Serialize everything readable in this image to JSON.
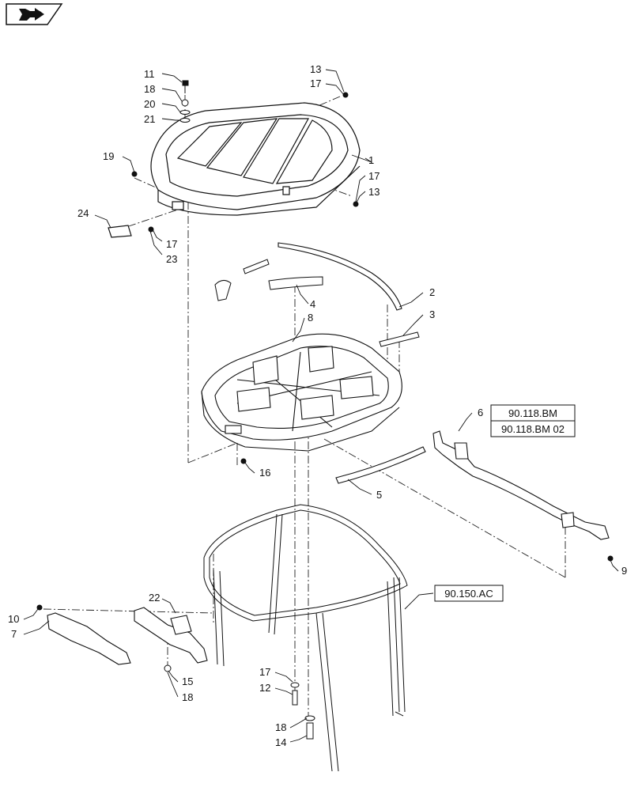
{
  "nav": {
    "icon": "back-arrow-icon"
  },
  "callouts": {
    "c11": "11",
    "c18a": "18",
    "c20": "20",
    "c21": "21",
    "c13a": "13",
    "c17a": "17",
    "c19": "19",
    "c1": "1",
    "c17b": "17",
    "c13b": "13",
    "c24": "24",
    "c17c": "17",
    "c23": "23",
    "c4": "4",
    "c2": "2",
    "c3": "3",
    "c8": "8",
    "c6": "6",
    "c16": "16",
    "c5": "5",
    "c9": "9",
    "c22": "22",
    "c10": "10",
    "c7": "7",
    "c15": "15",
    "c18b": "18",
    "c17d": "17",
    "c12": "12",
    "c18c": "18",
    "c14": "14"
  },
  "refs": {
    "bm1": "90.118.BM",
    "bm2": "90.118.BM 02",
    "ac": "90.150.AC"
  }
}
